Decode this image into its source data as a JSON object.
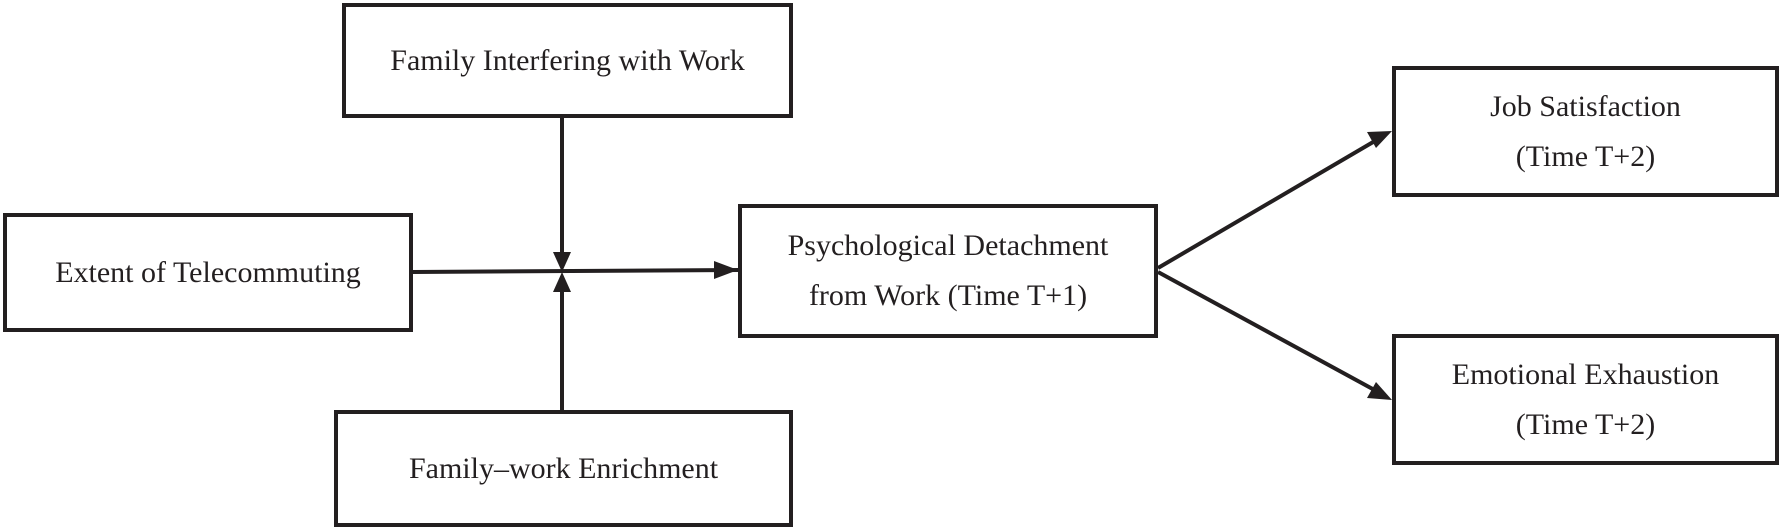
{
  "nodes": {
    "family_interfering": {
      "lines": [
        "Family Interfering with Work"
      ]
    },
    "telecommuting": {
      "lines": [
        "Extent of Telecommuting"
      ]
    },
    "family_enrichment": {
      "lines": [
        "Family–work Enrichment"
      ]
    },
    "detachment": {
      "lines": [
        "Psychological Detachment",
        "from Work (Time T+1)"
      ]
    },
    "job_satisfaction": {
      "lines": [
        "Job Satisfaction",
        "(Time T+2)"
      ]
    },
    "exhaustion": {
      "lines": [
        "Emotional Exhaustion",
        "(Time T+2)"
      ]
    }
  },
  "edges": [
    {
      "from": "telecommuting",
      "to": "detachment",
      "type": "direct"
    },
    {
      "from": "family_interfering",
      "to": "telecommuting-detachment-path",
      "type": "moderation"
    },
    {
      "from": "family_enrichment",
      "to": "telecommuting-detachment-path",
      "type": "moderation"
    },
    {
      "from": "detachment",
      "to": "job_satisfaction",
      "type": "direct"
    },
    {
      "from": "detachment",
      "to": "exhaustion",
      "type": "direct"
    }
  ],
  "colors": {
    "stroke": "#231f20",
    "background": "#ffffff"
  }
}
